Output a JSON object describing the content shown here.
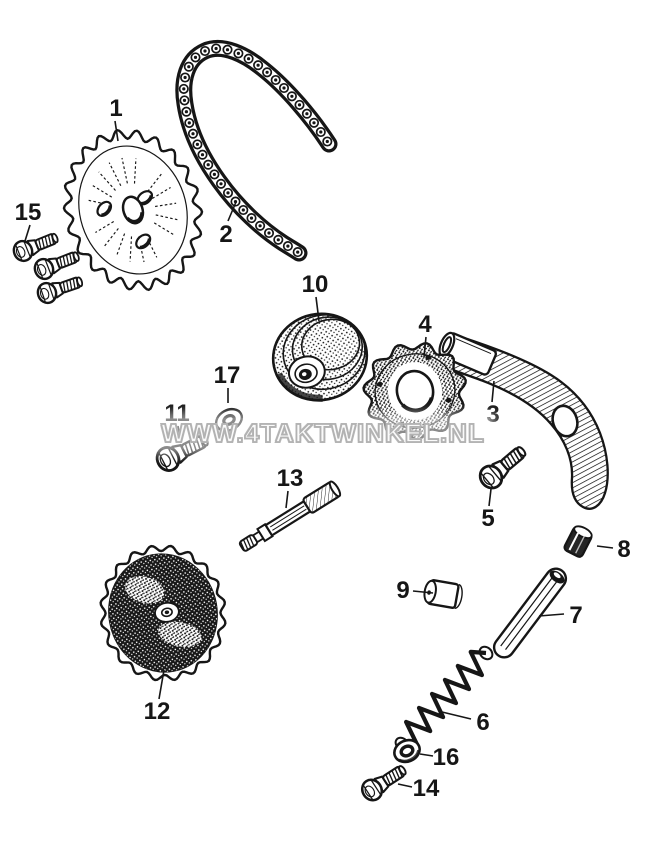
{
  "watermark": {
    "text": "WWW.4TAKTWINKEL.NL"
  },
  "colors": {
    "ink": "#161616",
    "paper": "#ffffff",
    "watermark_gray": "#b2b2b2"
  },
  "parts": [
    {
      "label": "1"
    },
    {
      "label": "2"
    },
    {
      "label": "3"
    },
    {
      "label": "4"
    },
    {
      "label": "5"
    },
    {
      "label": "6"
    },
    {
      "label": "7"
    },
    {
      "label": "8"
    },
    {
      "label": "9"
    },
    {
      "label": "10"
    },
    {
      "label": "11"
    },
    {
      "label": "12"
    },
    {
      "label": "13"
    },
    {
      "label": "14"
    },
    {
      "label": "15"
    },
    {
      "label": "16"
    },
    {
      "label": "17"
    }
  ]
}
